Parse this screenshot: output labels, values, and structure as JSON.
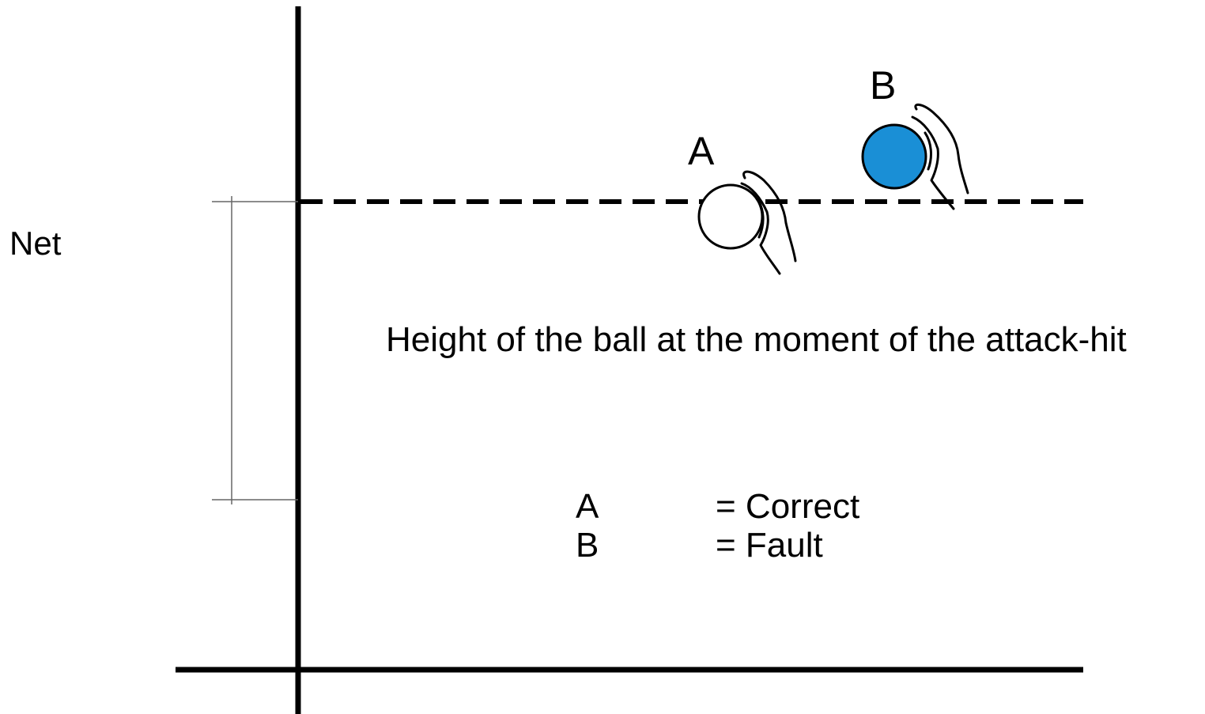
{
  "net_label": "Net",
  "caption": "Height of the ball at the moment of the attack-hit",
  "ball_a": {
    "label": "A",
    "fill": "#ffffff"
  },
  "ball_b": {
    "label": "B",
    "fill": "#1a8fd6"
  },
  "legend": [
    {
      "key": "A",
      "value": "= Correct"
    },
    {
      "key": "B",
      "value": "= Fault"
    }
  ]
}
